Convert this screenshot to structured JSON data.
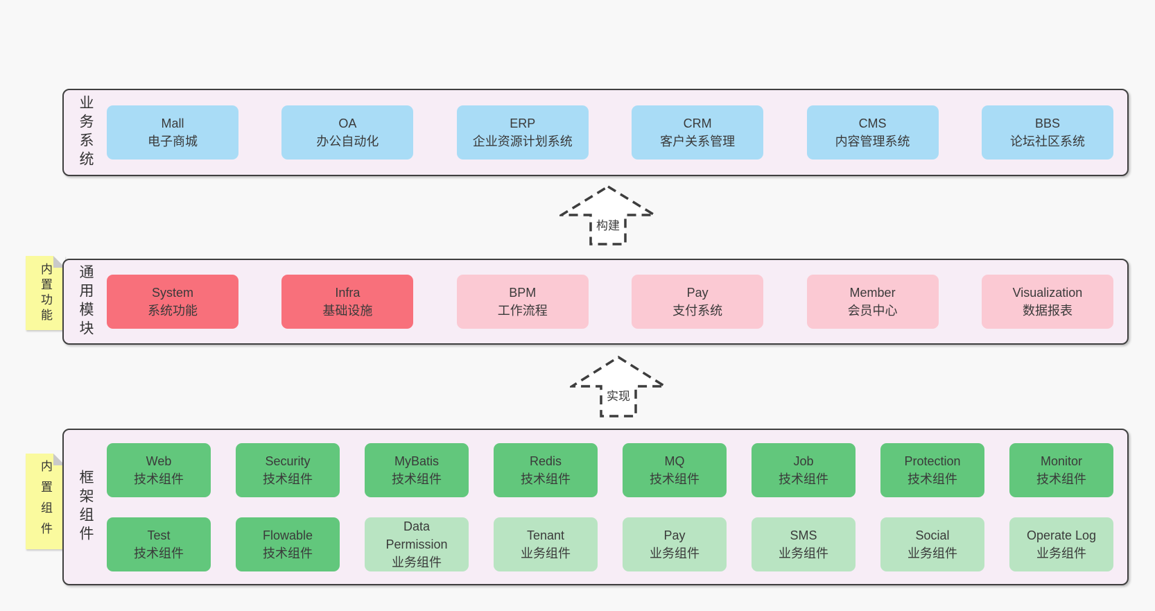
{
  "diagram": {
    "arrows": {
      "build": "构建",
      "implement": "实现"
    },
    "business": {
      "label": "业务系统",
      "boxes": [
        {
          "title": "Mall",
          "subtitle": "电子商城",
          "variant": "blue"
        },
        {
          "title": "OA",
          "subtitle": "办公自动化",
          "variant": "blue"
        },
        {
          "title": "ERP",
          "subtitle": "企业资源计划系统",
          "variant": "blue"
        },
        {
          "title": "CRM",
          "subtitle": "客户关系管理",
          "variant": "blue"
        },
        {
          "title": "CMS",
          "subtitle": "内容管理系统",
          "variant": "blue"
        },
        {
          "title": "BBS",
          "subtitle": "论坛社区系统",
          "variant": "blue"
        }
      ]
    },
    "modules": {
      "label": "通用模块",
      "sticky": "内置功能",
      "boxes": [
        {
          "title": "System",
          "subtitle": "系统功能",
          "variant": "red"
        },
        {
          "title": "Infra",
          "subtitle": "基础设施",
          "variant": "red"
        },
        {
          "title": "BPM",
          "subtitle": "工作流程",
          "variant": "pink"
        },
        {
          "title": "Pay",
          "subtitle": "支付系统",
          "variant": "pink"
        },
        {
          "title": "Member",
          "subtitle": "会员中心",
          "variant": "pink"
        },
        {
          "title": "Visualization",
          "subtitle": "数据报表",
          "variant": "pink"
        }
      ]
    },
    "components": {
      "label": "框架组件",
      "sticky": "内置组件",
      "row1": [
        {
          "title": "Web",
          "subtitle": "技术组件",
          "variant": "green"
        },
        {
          "title": "Security",
          "subtitle": "技术组件",
          "variant": "green"
        },
        {
          "title": "MyBatis",
          "subtitle": "技术组件",
          "variant": "green"
        },
        {
          "title": "Redis",
          "subtitle": "技术组件",
          "variant": "green"
        },
        {
          "title": "MQ",
          "subtitle": "技术组件",
          "variant": "green"
        },
        {
          "title": "Job",
          "subtitle": "技术组件",
          "variant": "green"
        },
        {
          "title": "Protection",
          "subtitle": "技术组件",
          "variant": "green"
        },
        {
          "title": "Monitor",
          "subtitle": "技术组件",
          "variant": "green"
        }
      ],
      "row2": [
        {
          "title": "Test",
          "subtitle": "技术组件",
          "variant": "green"
        },
        {
          "title": "Flowable",
          "subtitle": "技术组件",
          "variant": "green"
        },
        {
          "title": "Data\nPermission",
          "subtitle": "业务组件",
          "variant": "lightgreen"
        },
        {
          "title": "Tenant",
          "subtitle": "业务组件",
          "variant": "lightgreen"
        },
        {
          "title": "Pay",
          "subtitle": "业务组件",
          "variant": "lightgreen"
        },
        {
          "title": "SMS",
          "subtitle": "业务组件",
          "variant": "lightgreen"
        },
        {
          "title": "Social",
          "subtitle": "业务组件",
          "variant": "lightgreen"
        },
        {
          "title": "Operate Log",
          "subtitle": "业务组件",
          "variant": "lightgreen"
        }
      ]
    },
    "colors": {
      "background": "#f8f8f8",
      "panel_fill": "#f7edf6",
      "panel_border": "#3f3f3f",
      "blue": "#a9dcf6",
      "red": "#f8707b",
      "pink": "#fbc9d3",
      "green": "#62c77c",
      "light_green": "#b9e4c2",
      "sticky_yellow": "#fafa9e",
      "text": "#3a3a3a"
    }
  }
}
